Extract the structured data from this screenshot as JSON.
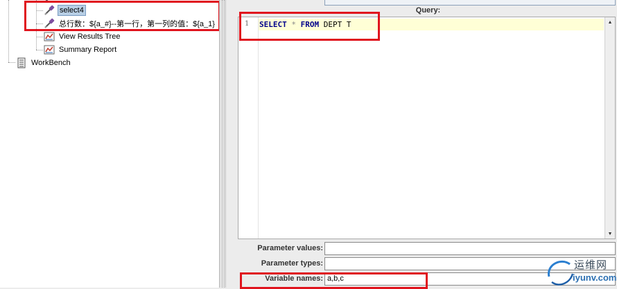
{
  "tree": {
    "items": [
      {
        "label": "select4",
        "icon": "dropper-icon",
        "selected": true
      },
      {
        "label": "总行数：${a_#}--第一行，第一列的值：${a_1}",
        "icon": "dropper-icon",
        "selected": false
      },
      {
        "label": "View Results Tree",
        "icon": "chart-icon",
        "selected": false
      },
      {
        "label": "Summary Report",
        "icon": "chart-icon",
        "selected": false
      },
      {
        "label": "WorkBench",
        "icon": "workbench-icon",
        "selected": false
      }
    ]
  },
  "query": {
    "label": "Query:",
    "line_number": "1",
    "tokens": [
      {
        "text": "SELECT",
        "kind": "kw"
      },
      {
        "text": " ",
        "kind": "id"
      },
      {
        "text": "*",
        "kind": "op"
      },
      {
        "text": " ",
        "kind": "id"
      },
      {
        "text": "FROM",
        "kind": "kw"
      },
      {
        "text": " DEPT T",
        "kind": "id"
      }
    ]
  },
  "params": {
    "values_label": "Parameter values:",
    "values": "",
    "types_label": "Parameter types:",
    "types": "",
    "varnames_label": "Variable names:",
    "varnames": "a,b,c"
  },
  "watermark": {
    "cn": "运维网",
    "en": "iyunv.com"
  },
  "colors": {
    "annotation": "#e0141e",
    "current_line": "#ffffd6",
    "keyword": "#00008b"
  }
}
